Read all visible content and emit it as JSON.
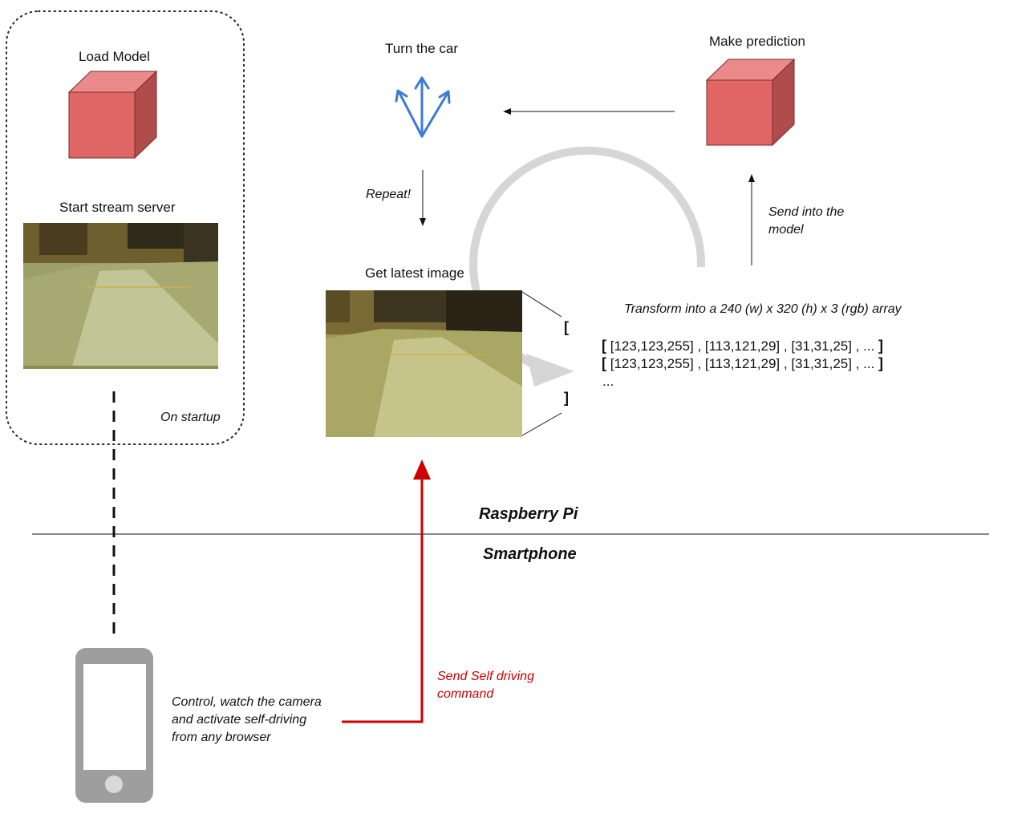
{
  "startup": {
    "load_model_label": "Load Model",
    "stream_server_label": "Start stream server",
    "on_startup_label": "On startup"
  },
  "loop": {
    "turn_car_label": "Turn the car",
    "make_prediction_label": "Make prediction",
    "repeat_label": "Repeat!",
    "send_into_model_label_line1": "Send into the",
    "send_into_model_label_line2": "model",
    "get_latest_image_label": "Get latest image",
    "transform_label": "Transform into a 240 (w) x 320 (h) x 3 (rgb) array"
  },
  "array": {
    "outer_open": "[",
    "outer_close": "]",
    "rows": [
      "[123,123,255] , [113,121,29] , [31,31,25] , ...",
      "[123,123,255] , [113,121,29] , [31,31,25] , ..."
    ],
    "row_open": "[",
    "row_close": "]",
    "ellipsis": "..."
  },
  "zones": {
    "raspberry_pi": "Raspberry Pi",
    "smartphone": "Smartphone"
  },
  "phone": {
    "caption_line1": "Control, watch the camera",
    "caption_line2": "and activate self-driving",
    "caption_line3": "from any browser",
    "command_line1": "Send Self driving",
    "command_line2": "command"
  },
  "colors": {
    "cube_front": "#e06666",
    "cube_top": "#ea8a8a",
    "cube_side": "#b04c4c",
    "turn_arrows": "#3a7bd5",
    "command_arrow": "#cc0000",
    "loop_arc": "#d6d6d6",
    "phone_body": "#9e9e9e"
  },
  "icons": [
    "cube-icon",
    "three-way-arrow-icon",
    "smartphone-icon",
    "camera-frame-image"
  ]
}
